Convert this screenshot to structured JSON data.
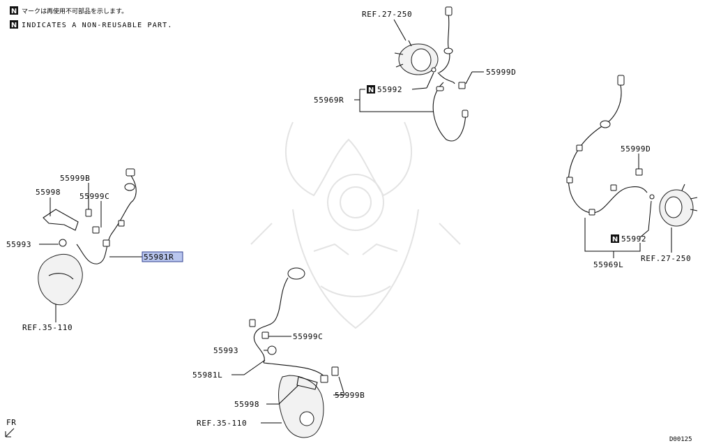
{
  "notes": {
    "badge": "N",
    "line1": "マークは再使用不可部品を示します。",
    "line2": "INDICATES A NON-REUSABLE PART."
  },
  "labels": {
    "p55981R": "55981R",
    "p55999B_top": "55999B",
    "p55998_top": "55998",
    "p55999C_top": "55999C",
    "p55993_top": "55993",
    "ref35_top": "REF.35-110",
    "ref27_top": "REF.27-250",
    "p55999D_top": "55999D",
    "p55992_top": "55992",
    "p55969R": "55969R",
    "p55999D_right": "55999D",
    "p55992_right": "55992",
    "p55969L": "55969L",
    "ref27_right": "REF.27-250",
    "p55999C_bottom": "55999C",
    "p55993_bottom": "55993",
    "p55981L": "55981L",
    "p55998_bottom": "55998",
    "p55999B_bottom": "55999B",
    "ref35_bottom": "REF.35-110",
    "fr": "FR",
    "diagram_code": "D00125"
  },
  "highlight_color": "#b9c6ee"
}
